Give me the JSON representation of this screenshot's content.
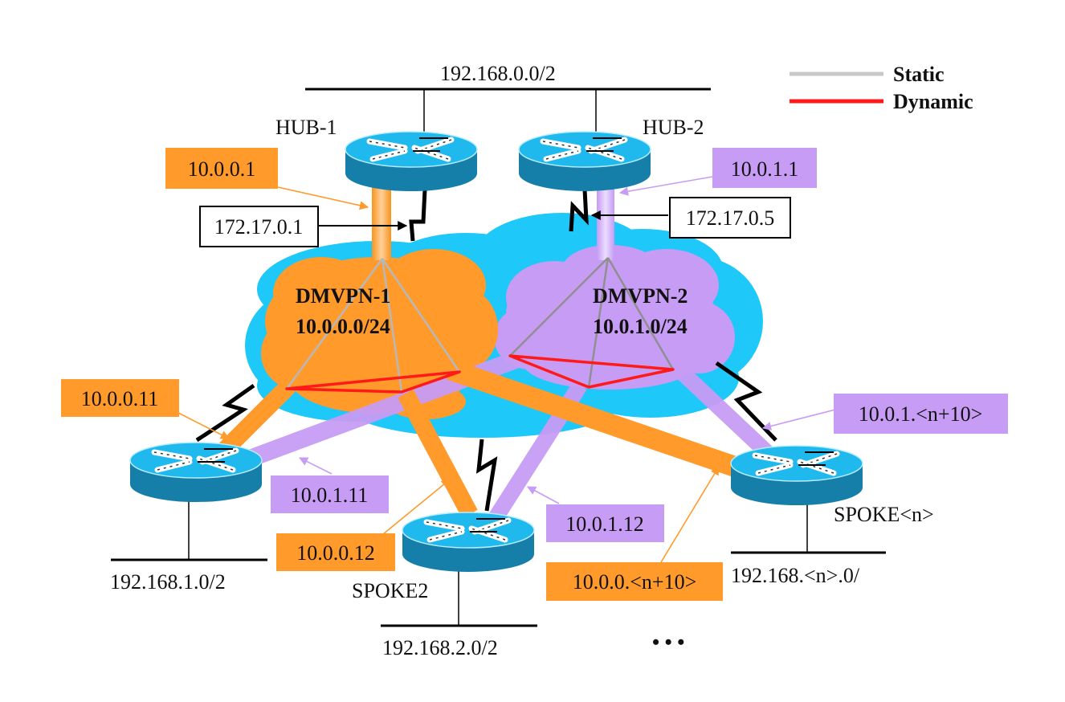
{
  "legend": {
    "items": [
      {
        "label": "Static",
        "color": "#c8c8c8"
      },
      {
        "label": "Dynamic",
        "color": "#ff1a1a"
      }
    ]
  },
  "colors": {
    "orange": "#ff9a2b",
    "purple": "#c79cf5",
    "cloud_blue": "#1ec8f8",
    "router_top": "#1fb9ee",
    "router_side": "#157fa9",
    "static_line": "#a8a8a8",
    "dynamic_line": "#ff1a1a"
  },
  "lans": {
    "hub_lan": "192.168.0.0/2",
    "spoke1_lan": "192.168.1.0/2",
    "spoke2_lan": "192.168.2.0/2",
    "spoken_lan": "192.168.<n>.0/"
  },
  "routers": {
    "hub1": "HUB-1",
    "hub2": "HUB-2",
    "spoke2": "SPOKE2",
    "spoken": "SPOKE<n>"
  },
  "clouds": {
    "dmvpn1": {
      "name": "DMVPN-1",
      "subnet": "10.0.0.0/24"
    },
    "dmvpn2": {
      "name": "DMVPN-2",
      "subnet": "10.0.1.0/24"
    }
  },
  "addresses": {
    "hub1_tunnel": "10.0.0.1",
    "hub1_physical": "172.17.0.1",
    "hub2_tunnel": "10.0.1.1",
    "hub2_physical": "172.17.0.5",
    "spoke1_tunnel1": "10.0.0.11",
    "spoke1_tunnel2": "10.0.1.11",
    "spoke2_tunnel1": "10.0.0.12",
    "spoke2_tunnel2": "10.0.1.12",
    "spoken_tunnel1": "10.0.0.<n+10>",
    "spoken_tunnel2": "10.0.1.<n+10>"
  },
  "ellipsis": "• • •"
}
